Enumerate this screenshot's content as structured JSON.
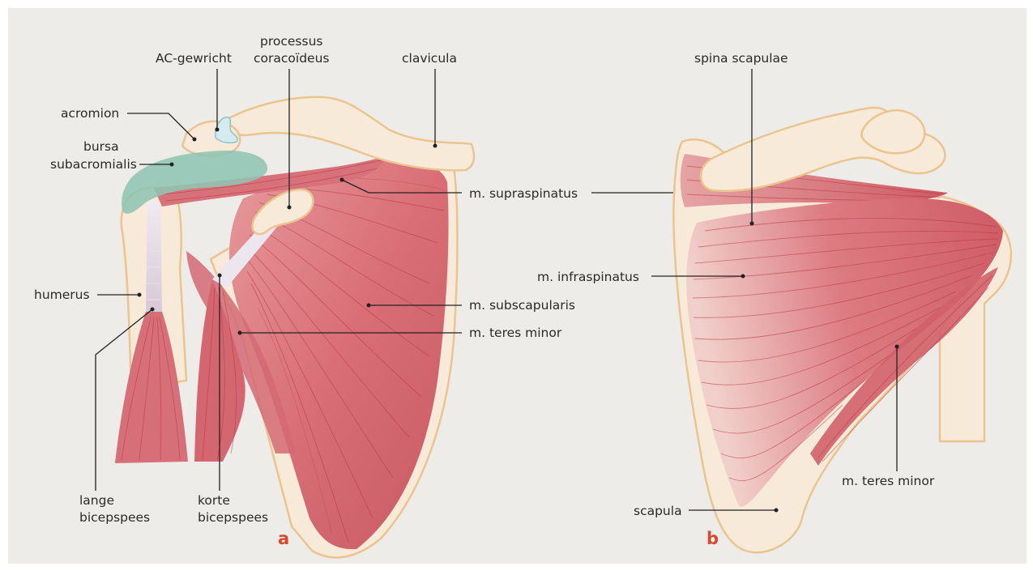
{
  "panel_a": {
    "letter": "a",
    "labels": {
      "ac_joint": "AC-gewricht",
      "coracoid_1": "processus",
      "coracoid_2": "coracoïdeus",
      "clavicula": "clavicula",
      "acromion": "acromion",
      "bursa_1": "bursa",
      "bursa_2": "subacromialis",
      "humerus": "humerus",
      "long_biceps_1": "lange",
      "long_biceps_2": "bicepspees",
      "short_biceps_1": "korte",
      "short_biceps_2": "bicepspees"
    }
  },
  "shared": {
    "supraspinatus": "m. supraspinatus",
    "subscapularis": "m. subscapularis",
    "teres_minor": "m. teres minor"
  },
  "panel_b": {
    "letter": "b",
    "labels": {
      "spina": "spina scapulae",
      "infraspinatus": "m. infraspinatus",
      "teres_minor": "m. teres minor",
      "scapula": "scapula"
    }
  },
  "colors": {
    "background": "#edece8",
    "muscle": "#d9727a",
    "bone": "#f8ead8",
    "bone_outline": "#ebc58f",
    "bursa": "#8fc4b3",
    "panel_letter": "#d9482f"
  }
}
